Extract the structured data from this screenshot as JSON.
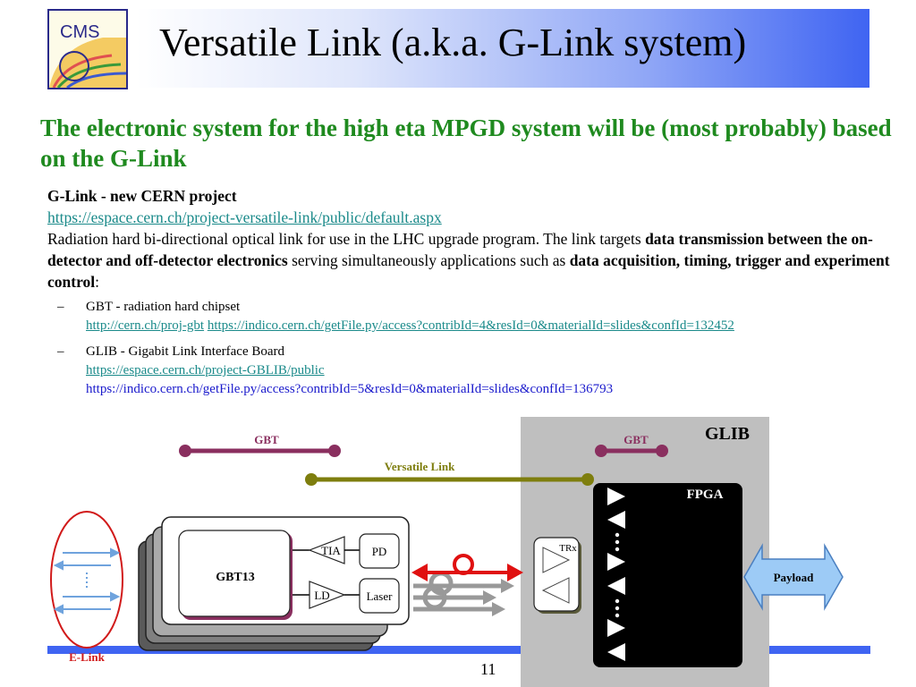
{
  "header": {
    "logo_text": "CMS",
    "title": "Versatile Link (a.k.a. G-Link system)"
  },
  "subtitle": "The electronic system for the high eta MPGD system will be (most probably) based on the G-Link",
  "body": {
    "heading": "G-Link - new CERN project",
    "link": "https://espace.cern.ch/project-versatile-link/public/default.aspx",
    "desc_1": "Radiation hard bi-directional optical link for use in the LHC upgrade program. The link targets ",
    "desc_bold_1": "data transmission between the on-detector and off-detector electronics",
    "desc_2": " serving simultaneously applications such as ",
    "desc_bold_2": "data acquisition, timing, trigger and experiment control",
    "desc_3": ":"
  },
  "bullets": [
    {
      "dash": "–",
      "label": "GBT - radiation hard chipset",
      "link_1": "http://cern.ch/proj-gbt",
      "link_2": "https://indico.cern.ch/getFile.py/access?contribId=4&resId=0&materialId=slides&confId=132452"
    },
    {
      "dash": "–",
      "label": "GLIB - Gigabit Link Interface Board",
      "link_1": "https://espace.cern.ch/project-GBLIB/public",
      "text_2": "https://indico.cern.ch/getFile.py/access?contribId=5&resId=0&materialId=slides&confId=136793"
    }
  ],
  "diagram": {
    "gbt_left": "GBT",
    "gbt_right": "GBT",
    "versatile_link": "Versatile Link",
    "glib": "GLIB",
    "fpga": "FPGA",
    "gbt13": "GBT13",
    "tia": "TIA",
    "pd": "PD",
    "ld": "LD",
    "laser": "Laser",
    "trx": "TRx",
    "payload": "Payload",
    "elink": "E-Link",
    "colors": {
      "gbt": "#8a2f5f",
      "versatile": "#7e7e0e",
      "elink": "#d11a1a",
      "arrow_blue": "#6fa3dd",
      "payload_fill": "#9dcbf6"
    }
  },
  "page_number": "11"
}
